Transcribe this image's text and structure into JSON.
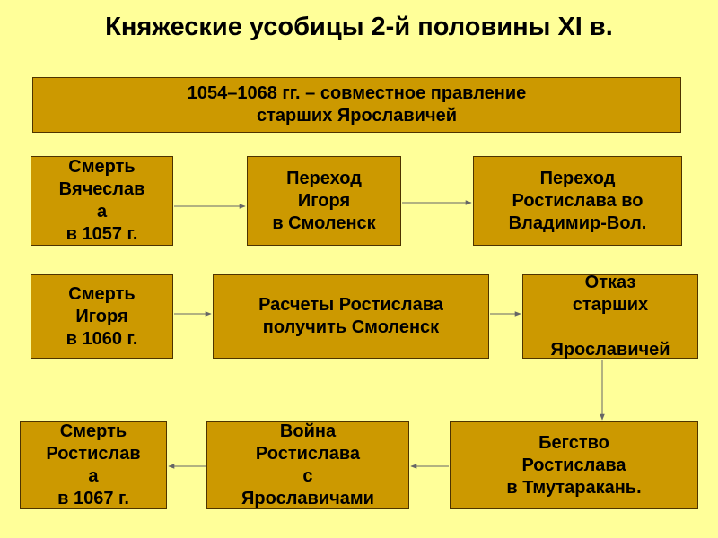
{
  "title": "Княжеские усобицы 2-й половины XI в.",
  "colors": {
    "background": "#ffff99",
    "box_fill": "#cc9900",
    "box_border": "#4d3300",
    "arrow": "#666666"
  },
  "boxes": {
    "header": "1054–1068 гг. – совместное правление\nстарших Ярославичей",
    "death_vyacheslav": "Смерть\nВячеслав\nа\nв 1057 г.",
    "igor_smolensk": "Переход\nИгоря\nв Смоленск",
    "rostislav_vladimir": "Переход\nРостислава во\nВладимир-Вол.",
    "death_igor": "Смерть\nИгоря\nв 1060 г.",
    "rostislav_plans": "Расчеты Ростислава\nполучить Смоленск",
    "refusal": "Отказ\nстарших\n\nЯрославичей",
    "flight": "Бегство\nРостислава\nв Тмутаракань.",
    "war": "Война\nРостислава\nс\nЯрославичами",
    "death_rostislav": "Смерть\nРостислав\nа\nв 1067 г."
  }
}
